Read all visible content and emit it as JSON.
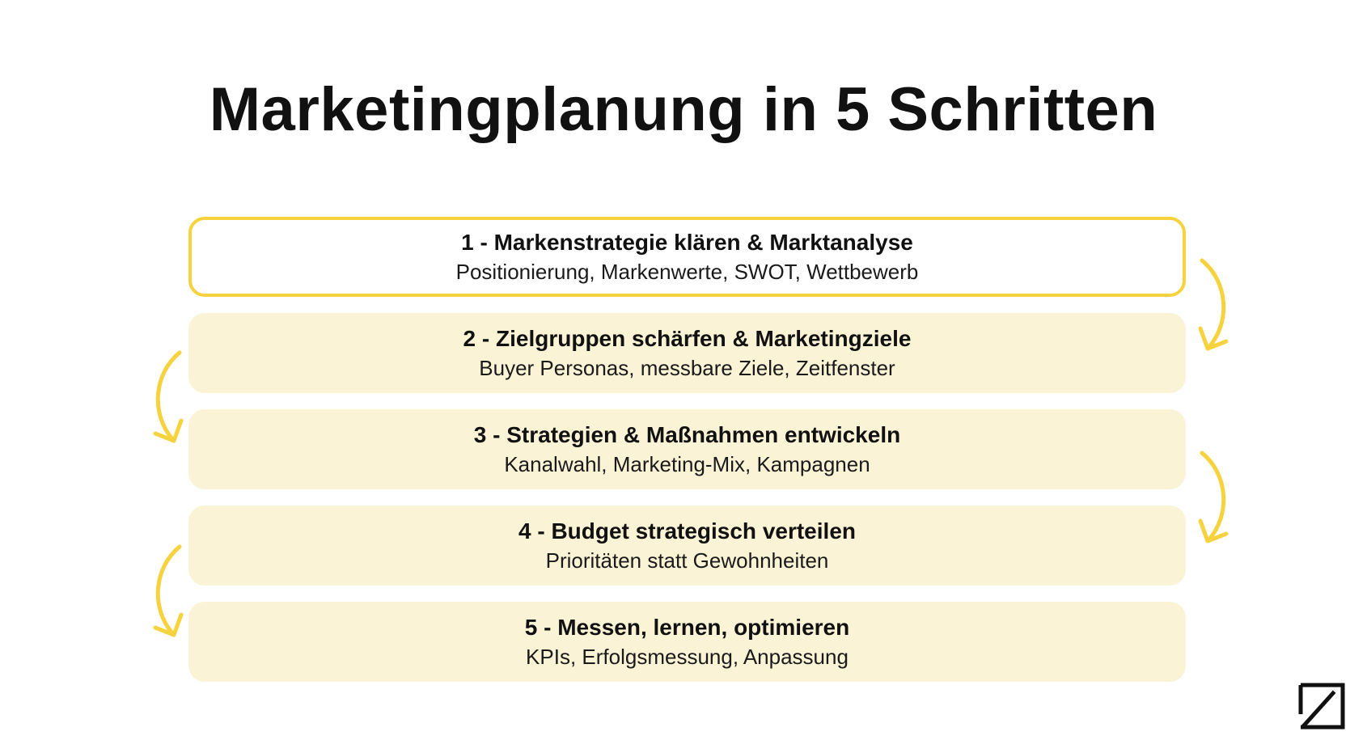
{
  "title": "Marketingplanung in 5 Schritten",
  "accent_color": "#f6d33e",
  "step_background": "#fbf3d6",
  "steps": [
    {
      "title": "1 - Markenstrategie klären & Marktanalyse",
      "subtitle": "Positionierung, Markenwerte, SWOT, Wettbewerb",
      "active": true
    },
    {
      "title": "2 - Zielgruppen schärfen & Marketingziele",
      "subtitle": "Buyer Personas, messbare Ziele, Zeitfenster",
      "active": false
    },
    {
      "title": "3 - Strategien & Maßnahmen entwickeln",
      "subtitle": "Kanalwahl, Marketing-Mix, Kampagnen",
      "active": false
    },
    {
      "title": "4 - Budget strategisch verteilen",
      "subtitle": "Prioritäten statt Gewohnheiten",
      "active": false
    },
    {
      "title": "5 - Messen, lernen, optimieren",
      "subtitle": "KPIs, Erfolgsmessung, Anpassung",
      "active": false
    }
  ],
  "logo_icon": "slash-square-logo-icon"
}
